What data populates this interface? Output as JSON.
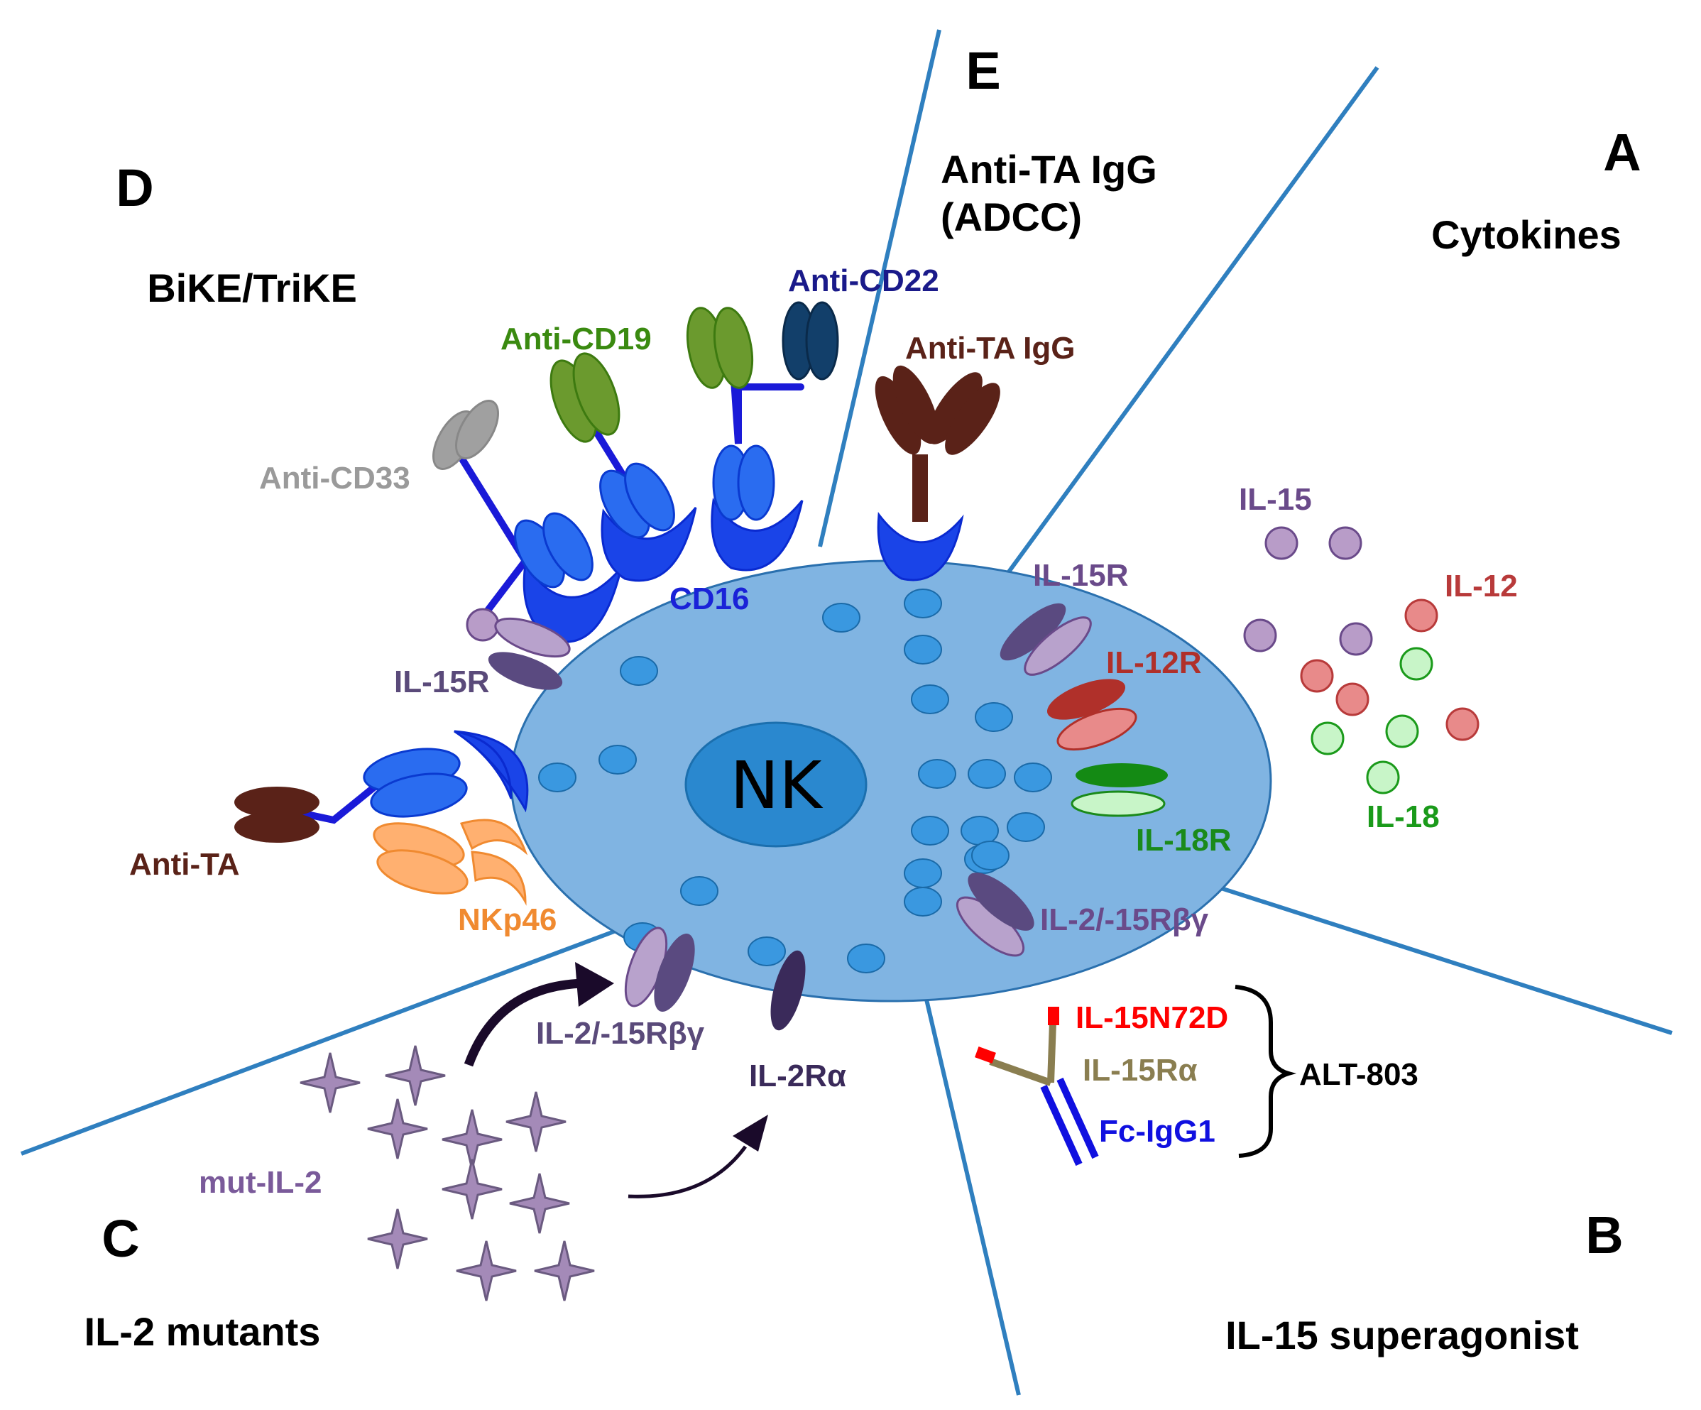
{
  "colors": {
    "divider": "#2f7fbf",
    "cell": "#80b4e2",
    "nucleus": "#2a88cf",
    "granule": "#3a98e0",
    "cd16": "#1a44e8",
    "antibody_blue": "#2a6cf0",
    "linker": "#1a1ad8",
    "anti_cd19": "#6b9a2e",
    "anti_cd22": "#123f6a",
    "anti_cd33": "#a0a0a0",
    "anti_ta": "#5a2218",
    "nkp46": "#ffb070",
    "il15": "#b89cc8",
    "il12": "#e88a8a",
    "il18": "#c8f5c8",
    "il12r": "#b0302a",
    "il18r": "#148a14",
    "il15r_dark": "#5a4a80",
    "il15r_light": "#b8a2cc",
    "il2ra": "#3a2a5a",
    "mut_il2": "#a48ab8",
    "il15n72d": "#ff0000",
    "il15ra": "#8a7e50",
    "fc_igg1": "#1010e0"
  },
  "panels": {
    "A": {
      "letter": "A",
      "title": "Cytokines"
    },
    "B": {
      "letter": "B",
      "title": "IL-15 superagonist"
    },
    "C": {
      "letter": "C",
      "title": "IL-2 mutants"
    },
    "D": {
      "letter": "D",
      "title": "BiKE/TriKE"
    },
    "E": {
      "letter": "E",
      "title_line1": "Anti-TA IgG",
      "title_line2": "(ADCC)"
    }
  },
  "cell": {
    "label": "NK"
  },
  "labels": {
    "anti_cd22": "Anti-CD22",
    "anti_cd19": "Anti-CD19",
    "anti_cd33": "Anti-CD33",
    "cd16": "CD16",
    "il15r_left": "IL-15R",
    "anti_ta": "Anti-TA",
    "nkp46": "NKp46",
    "anti_ta_igg": "Anti-TA IgG",
    "il15": "IL-15",
    "il12": "IL-12",
    "il18": "IL-18",
    "il15r_right": "IL-15R",
    "il12r": "IL-12R",
    "il18r": "IL-18R",
    "il2_15rbg_right": "IL-2/-15Rβγ",
    "il2_15rbg_bottom": "IL-2/-15Rβγ",
    "il2ra": "IL-2Rα",
    "mut_il2": "mut-IL-2",
    "il15n72d": "IL-15N72D",
    "il15ra": "IL-15Rα",
    "fc_igg1": "Fc-IgG1",
    "alt803": "ALT-803"
  }
}
